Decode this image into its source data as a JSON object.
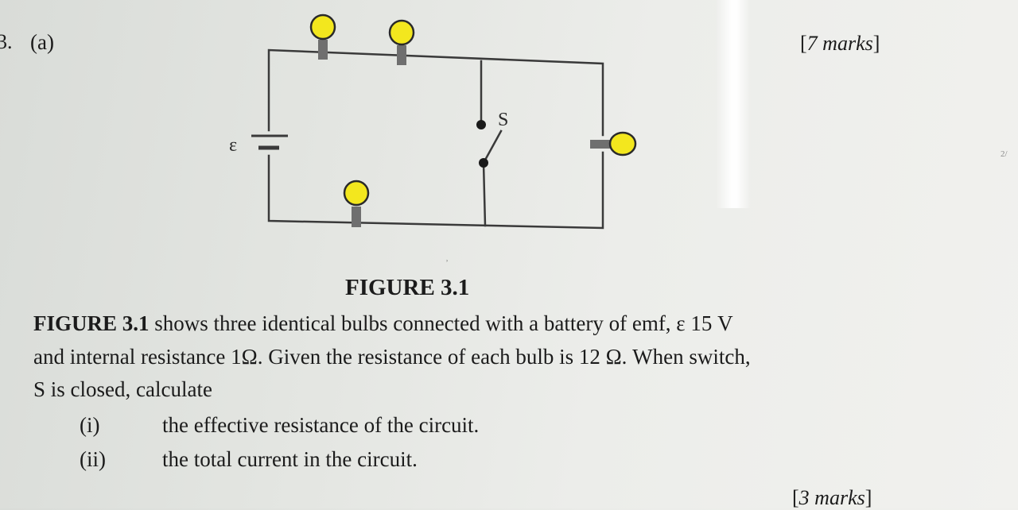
{
  "question": {
    "number": "3.",
    "part": "(a)",
    "marks_a": "7 marks",
    "marks_b": "3 marks",
    "edge_mark": "2/"
  },
  "figure": {
    "caption": "FIGURE 3.1",
    "emf_symbol": "ε",
    "switch_label": "S"
  },
  "text": {
    "line1_bold": "FIGURE 3.1",
    "line1_rest": " shows three identical bulbs connected with a battery of emf, ε 15 V",
    "line2": "and internal resistance 1Ω. Given the resistance of each bulb is 12 Ω. When switch,",
    "line3": "S is closed, calculate"
  },
  "items": [
    {
      "num": "(i)",
      "text": "the effective resistance of the circuit."
    },
    {
      "num": "(ii)",
      "text": "the total current in the circuit."
    }
  ]
}
